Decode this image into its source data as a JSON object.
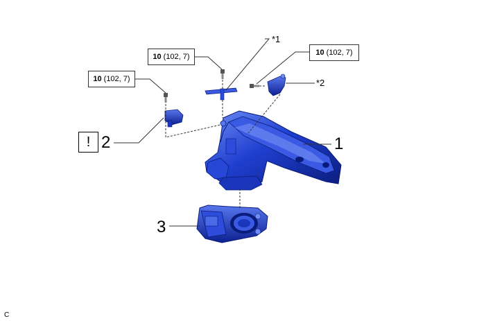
{
  "torque_labels": [
    {
      "value": "10",
      "detail": "(102, 7)"
    },
    {
      "value": "10",
      "detail": "(102, 7)"
    },
    {
      "value": "10",
      "detail": "(102, 7)"
    }
  ],
  "part_callouts": [
    "1",
    "2",
    "3"
  ],
  "note_callouts": [
    "*1",
    "*2"
  ],
  "caution_symbol": "!",
  "figure_code": "C",
  "colors": {
    "part_blue": "#1f3fd0",
    "part_dark": "#0a1c7a",
    "part_light": "#6f8ef5",
    "leader": "#333333"
  }
}
